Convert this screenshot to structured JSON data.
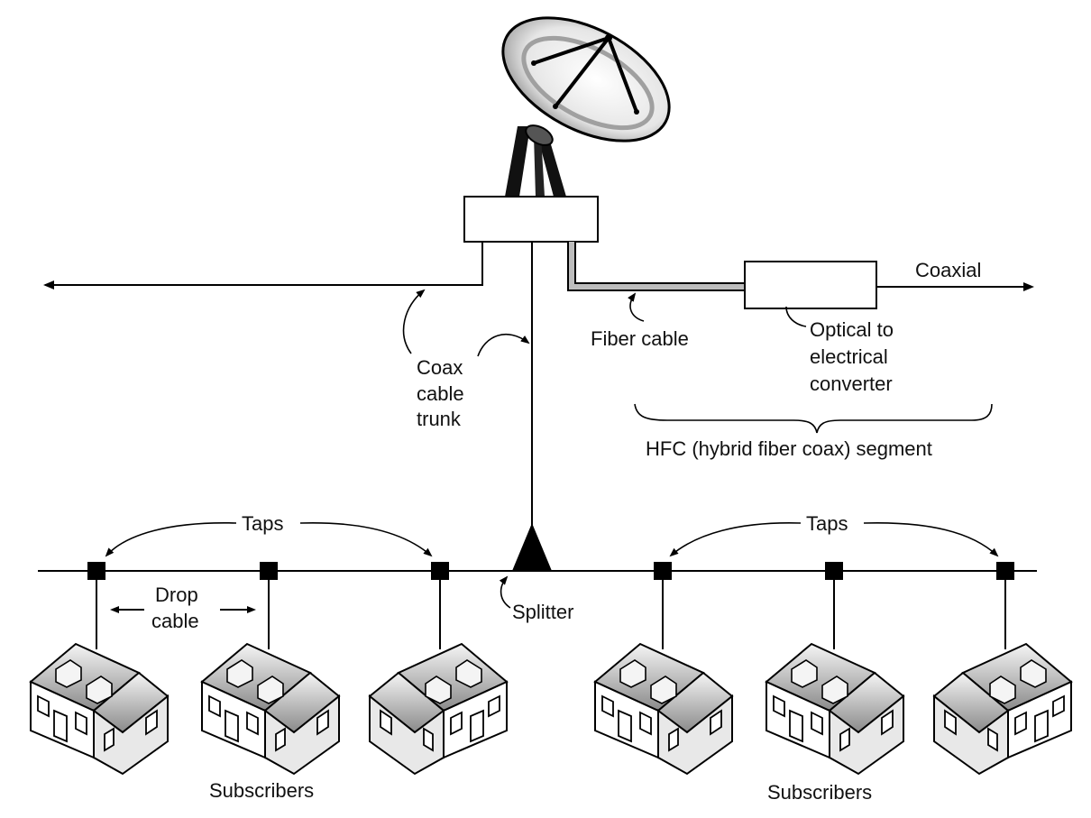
{
  "labels": {
    "coaxial": "Coaxial",
    "fiber_cable": "Fiber cable",
    "converter": [
      "Optical to",
      "electrical",
      "converter"
    ],
    "coax_trunk": [
      "Coax",
      "cable",
      "trunk"
    ],
    "hfc_segment": "HFC (hybrid fiber coax) segment",
    "taps_left": "Taps",
    "taps_right": "Taps",
    "drop_cable": [
      "Drop",
      "cable"
    ],
    "splitter": "Splitter",
    "subscribers_left": "Subscribers",
    "subscribers_right": "Subscribers"
  },
  "colors": {
    "line": "#000000",
    "fiber": "#bdbdbd",
    "background": "#ffffff"
  },
  "icons": [
    "satellite-dish-icon",
    "house-icon"
  ]
}
